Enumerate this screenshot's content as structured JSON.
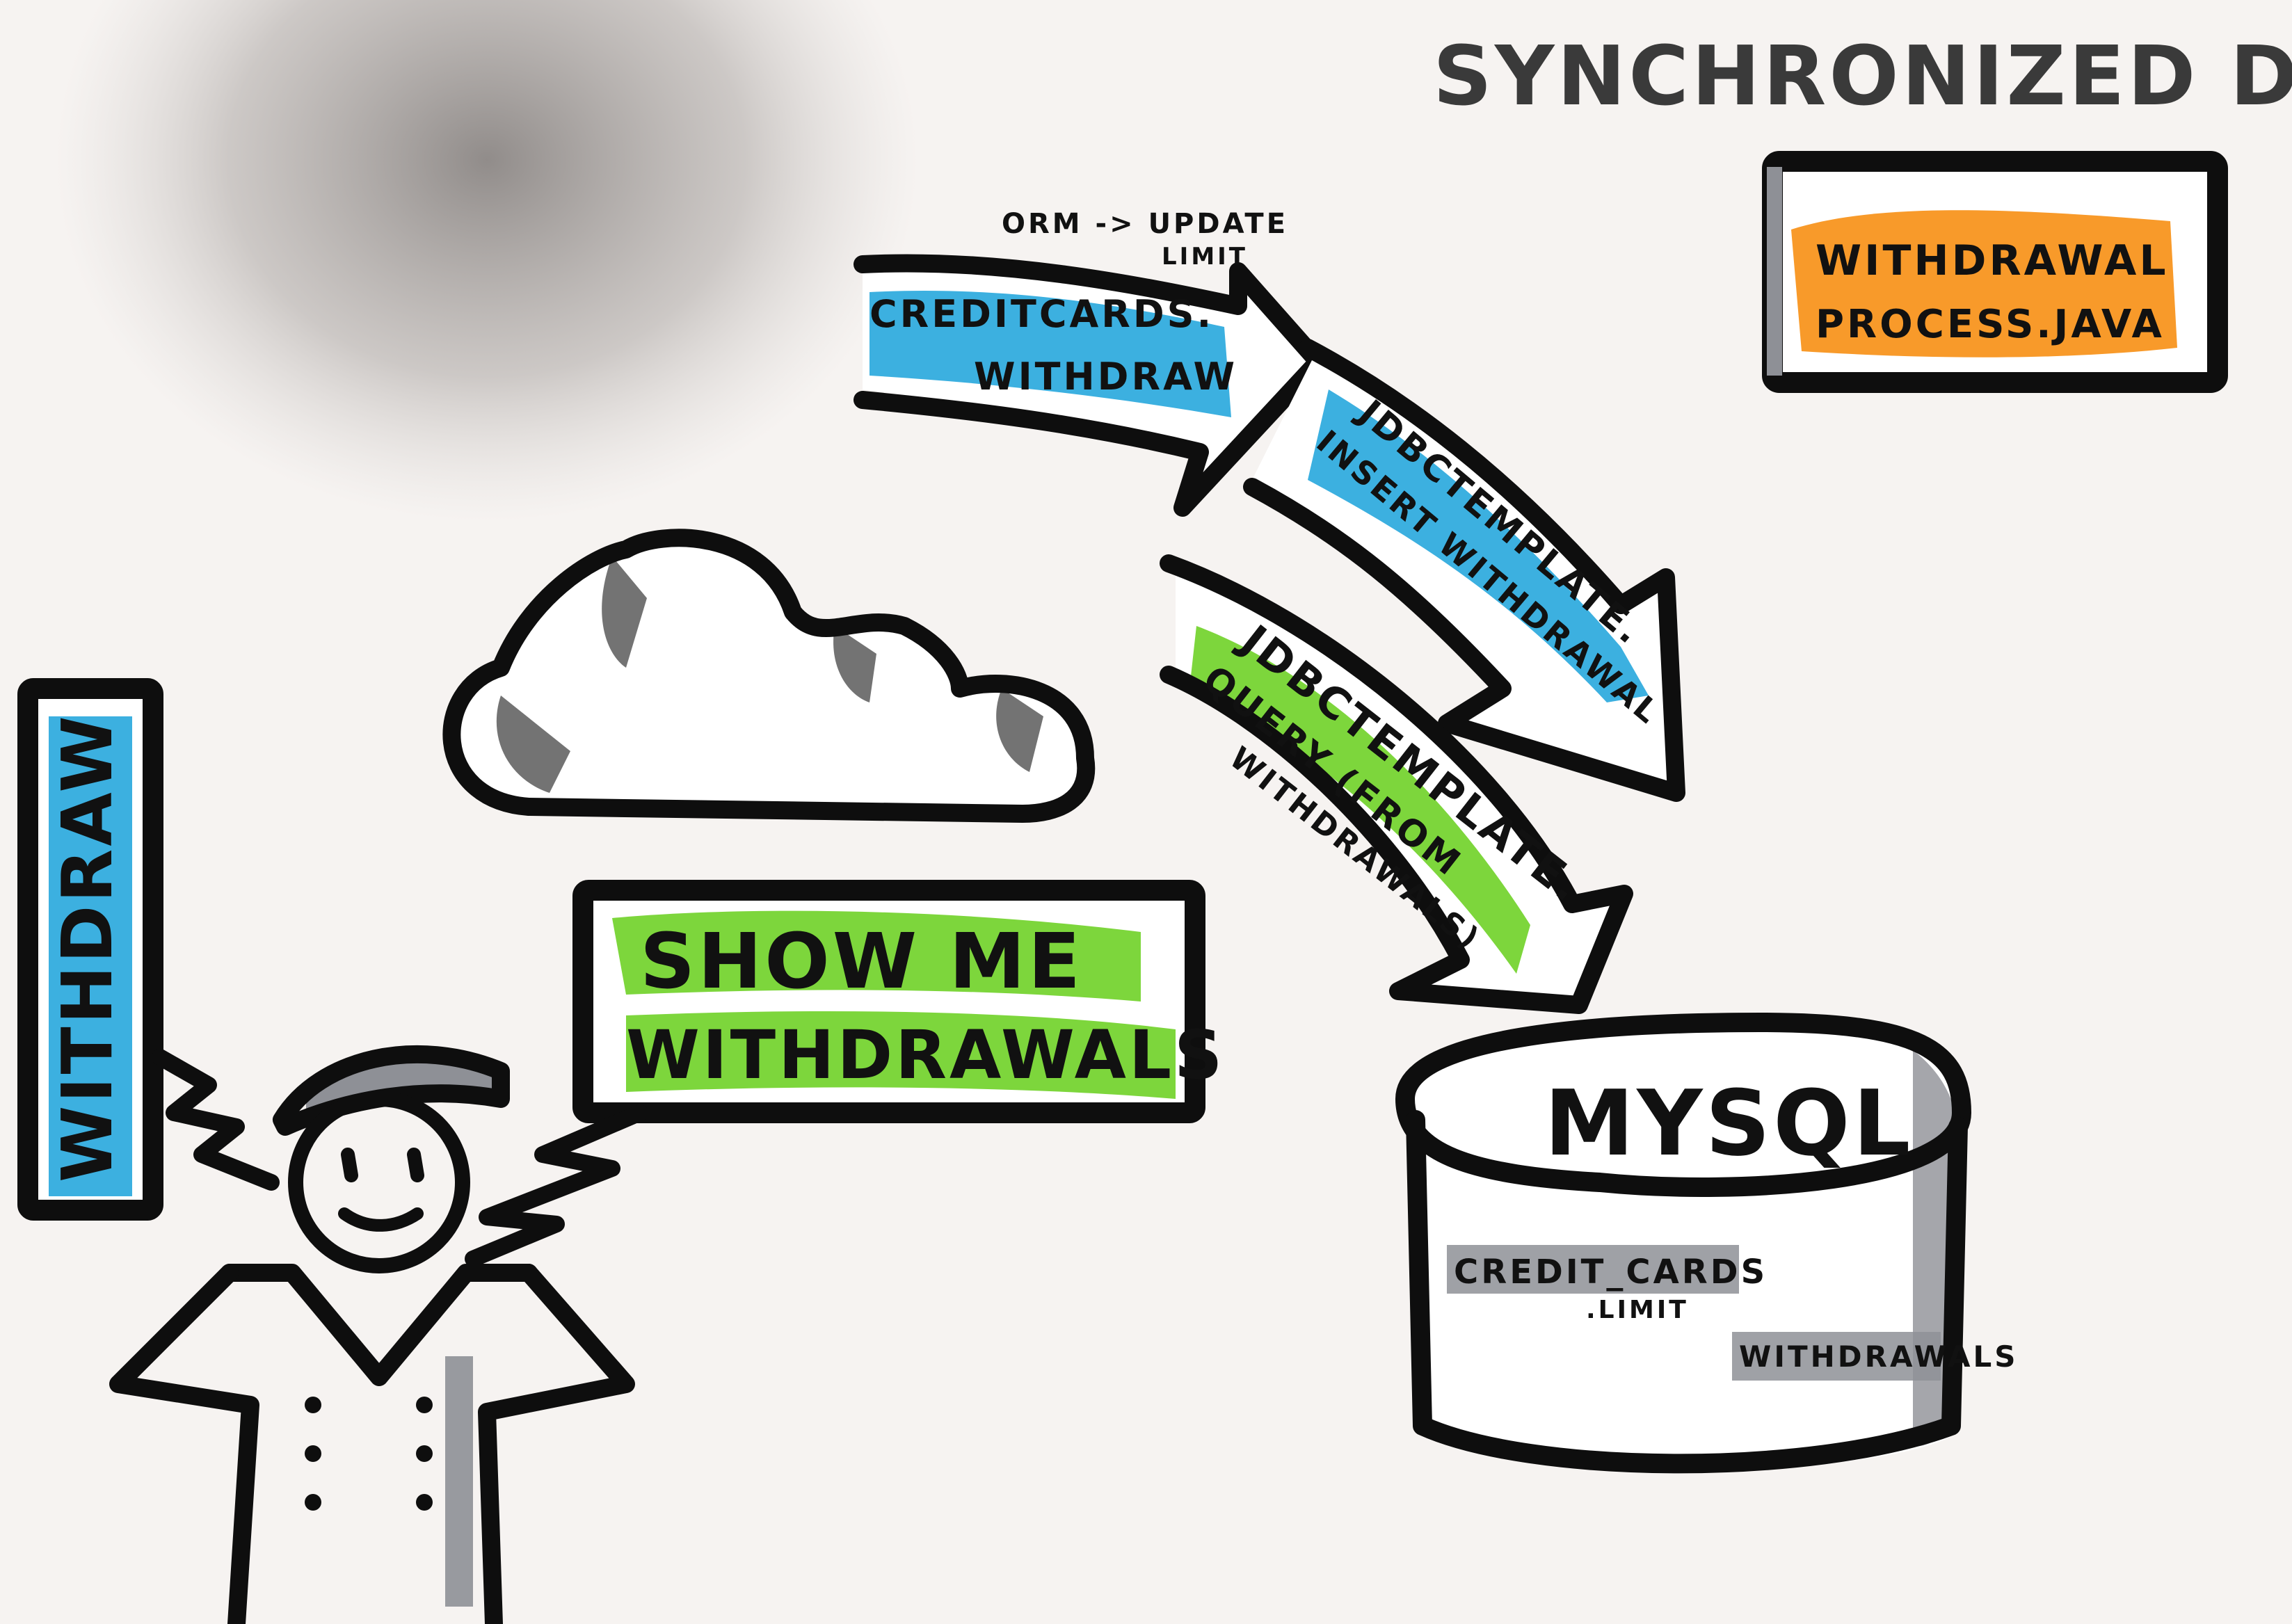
{
  "title": "SYNCHRONIZED DV",
  "file_box": {
    "line1": "WITHDRAWAL",
    "line2": "PROCESS.JAVA"
  },
  "arrow_top": {
    "note_line1": "ORM -> UPDATE",
    "note_line2": "LIMIT",
    "label_line1": "CREDITCARDS.",
    "label_line2": "WITHDRAW"
  },
  "arrow_insert": {
    "line1": "JDBCTEMPLATE.",
    "line2": "INSERT WITHDRAWAL"
  },
  "arrow_query": {
    "line1": "JDBCTEMPLATE.",
    "line2": "QUERY (FROM",
    "line3": "WITHDRAWALS)"
  },
  "speech_box": {
    "line1": "SHOW ME",
    "line2": "WITHDRAWALS"
  },
  "withdraw_box": {
    "label": "WITHDRAW"
  },
  "database": {
    "name": "MYSQL",
    "table1": "CREDIT_CARDS",
    "field1": ".LIMIT",
    "table2": "WITHDRAWALS"
  },
  "colors": {
    "blue": "#3cb0e0",
    "green": "#7dd63c",
    "orange": "#f89a2a",
    "grey": "#8e9096",
    "ink": "#0e0e0e",
    "paper": "#f7f4f2"
  }
}
